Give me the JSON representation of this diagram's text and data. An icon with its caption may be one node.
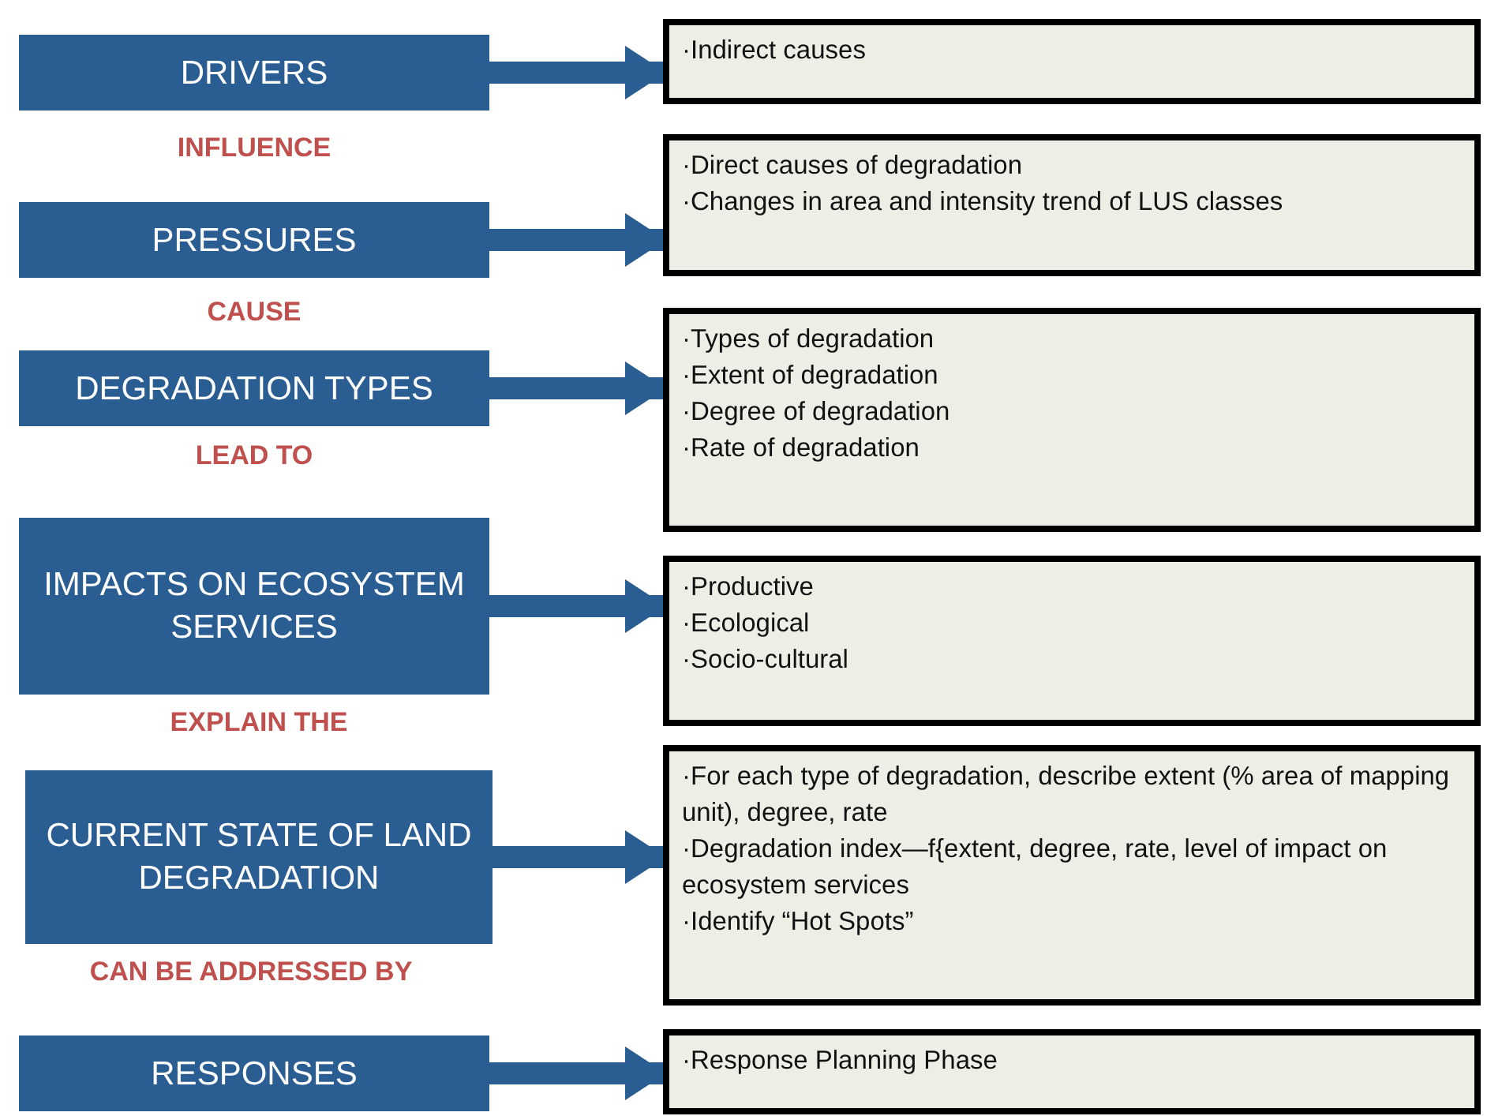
{
  "diagram": {
    "nodes": [
      {
        "text": [
          "DRIVERS"
        ]
      },
      {
        "text": [
          "·Indirect causes"
        ]
      },
      {
        "text": [
          "PRESSURES"
        ]
      },
      {
        "text": [
          "·Direct causes of degradation",
          "·Changes in area and intensity trend of LUS classes"
        ]
      },
      {
        "text": [
          "DEGRADATION TYPES"
        ]
      },
      {
        "text": [
          "·Types of degradation",
          "·Extent of degradation",
          "·Degree of degradation",
          "·Rate of degradation"
        ]
      },
      {
        "text": [
          "IMPACTS ON ECOSYSTEM SERVICES"
        ]
      },
      {
        "text": [
          "·Productive",
          "·Ecological",
          "·Socio-cultural"
        ]
      },
      {
        "text": [
          "CURRENT STATE OF LAND DEGRADATION"
        ]
      },
      {
        "text": [
          "·For each type of degradation, describe extent (% area of mapping unit), degree, rate",
          "·Degradation index—f{extent, degree, rate, level of impact on ecosystem services",
          "·Identify “Hot Spots”"
        ]
      },
      {
        "text": [
          "RESPONSES"
        ]
      },
      {
        "text": [
          "·Response Planning Phase"
        ]
      }
    ],
    "edges": [
      {
        "from": 0,
        "to": 1,
        "arrow": "to"
      },
      {
        "from": 2,
        "to": 3,
        "arrow": "to"
      },
      {
        "from": 4,
        "to": 5,
        "arrow": "to"
      },
      {
        "from": 6,
        "to": 7,
        "arrow": "to"
      },
      {
        "from": 8,
        "to": 9,
        "arrow": "to"
      },
      {
        "from": 10,
        "to": 11,
        "arrow": "to"
      }
    ],
    "labels": [
      "INFLUENCE",
      "CAUSE",
      "LEAD TO",
      "EXPLAIN THE",
      "CAN BE ADDRESSED BY"
    ]
  }
}
